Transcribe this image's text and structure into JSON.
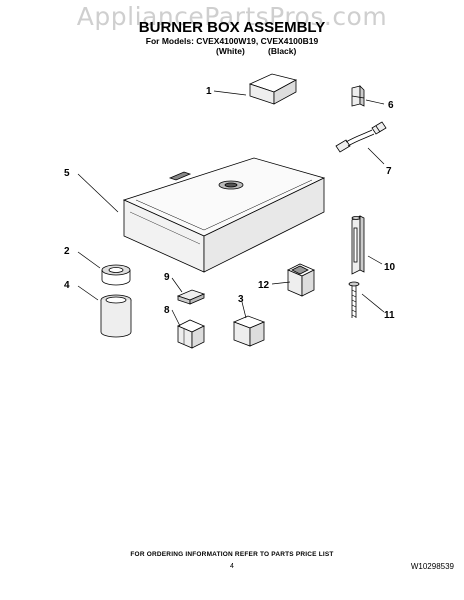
{
  "watermark": "AppliancePartsPros.com",
  "title": "BURNER BOX ASSEMBLY",
  "models_line": "For Models: CVEX4100W19, CVEX4100B19",
  "white_label": "(White)",
  "black_label": "(Black)",
  "callouts": {
    "c1": "1",
    "c2": "2",
    "c3": "3",
    "c4": "4",
    "c5": "5",
    "c6": "6",
    "c7": "7",
    "c8": "8",
    "c9": "9",
    "c10": "10",
    "c11": "11",
    "c12": "12"
  },
  "footer_note": "FOR ORDERING INFORMATION REFER TO PARTS PRICE LIST",
  "page_number": "4",
  "document_id": "W10298539"
}
